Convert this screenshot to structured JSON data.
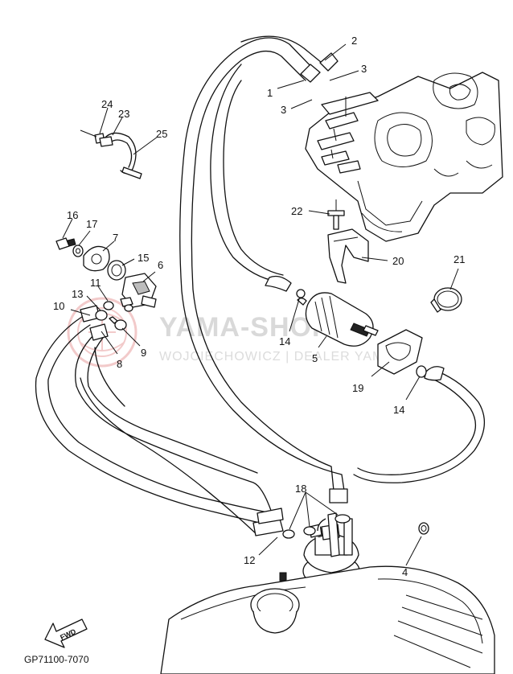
{
  "diagram_code": "GP71100-7070",
  "fwd_label": "FWD",
  "watermark": {
    "title": "YAMA-SHOP.PL",
    "subtitle": "WOJCIECHOWICZ | DEALER YAMAHA",
    "logo_color": "#e8a0a0"
  },
  "callouts": [
    {
      "id": "c1",
      "label": "1"
    },
    {
      "id": "c2",
      "label": "2"
    },
    {
      "id": "c3a",
      "label": "3"
    },
    {
      "id": "c3b",
      "label": "3"
    },
    {
      "id": "c4",
      "label": "4"
    },
    {
      "id": "c5",
      "label": "5"
    },
    {
      "id": "c6",
      "label": "6"
    },
    {
      "id": "c7",
      "label": "7"
    },
    {
      "id": "c8",
      "label": "8"
    },
    {
      "id": "c9",
      "label": "9"
    },
    {
      "id": "c10",
      "label": "10"
    },
    {
      "id": "c11",
      "label": "11"
    },
    {
      "id": "c12",
      "label": "12"
    },
    {
      "id": "c13",
      "label": "13"
    },
    {
      "id": "c14a",
      "label": "14"
    },
    {
      "id": "c14b",
      "label": "14"
    },
    {
      "id": "c15",
      "label": "15"
    },
    {
      "id": "c16",
      "label": "16"
    },
    {
      "id": "c17",
      "label": "17"
    },
    {
      "id": "c18",
      "label": "18"
    },
    {
      "id": "c19",
      "label": "19"
    },
    {
      "id": "c20",
      "label": "20"
    },
    {
      "id": "c21",
      "label": "21"
    },
    {
      "id": "c22",
      "label": "22"
    },
    {
      "id": "c23",
      "label": "23"
    },
    {
      "id": "c24",
      "label": "24"
    },
    {
      "id": "c25",
      "label": "25"
    }
  ]
}
